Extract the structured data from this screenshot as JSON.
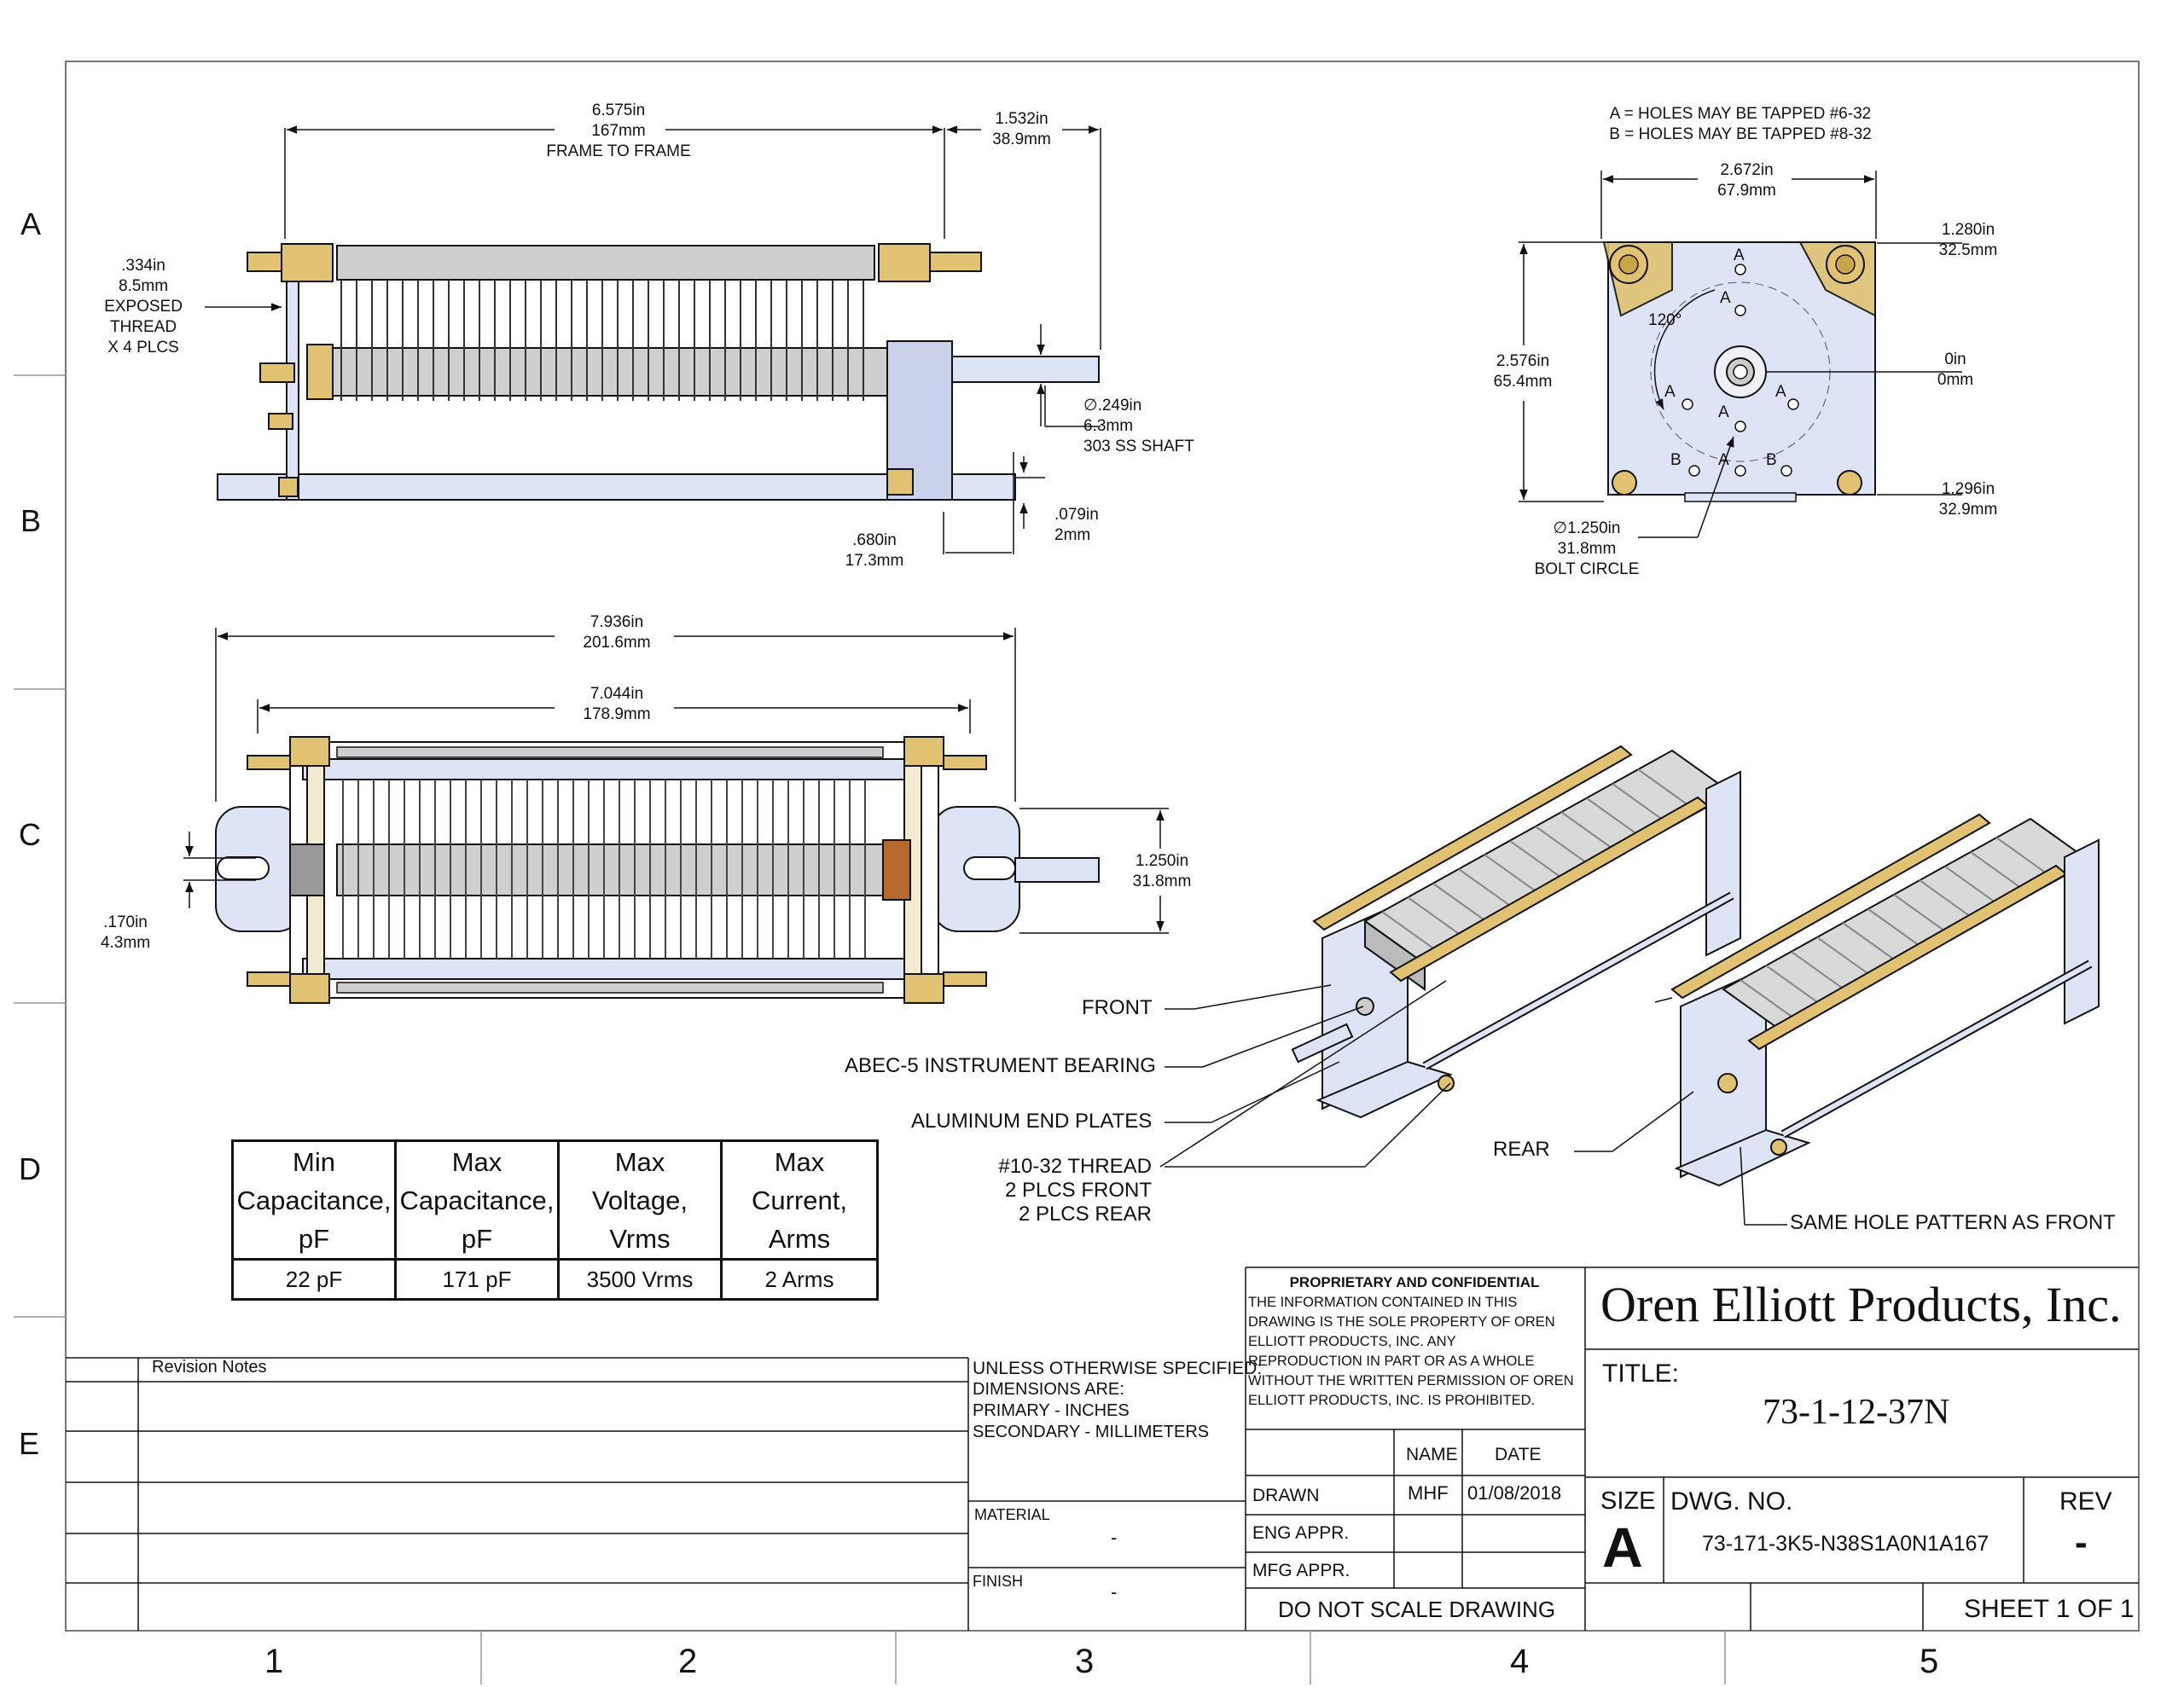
{
  "zones": {
    "rows": [
      "A",
      "B",
      "C",
      "D",
      "E"
    ],
    "cols": [
      "1",
      "2",
      "3",
      "4",
      "5"
    ]
  },
  "side_view": {
    "frame_to_frame": {
      "in": "6.575in",
      "mm": "167mm",
      "note": "FRAME TO FRAME"
    },
    "shaft_extension": {
      "in": "1.532in",
      "mm": "38.9mm"
    },
    "exposed_thread": {
      "in": ".334in",
      "mm": "8.5mm",
      "l1": "EXPOSED",
      "l2": "THREAD",
      "l3": "X 4 PLCS"
    },
    "shaft_dia": {
      "in": ".249in",
      "mm": "6.3mm",
      "note": "303 SS SHAFT",
      "symbol": "∅"
    },
    "flange_thk": {
      "in": ".079in",
      "mm": "2mm"
    },
    "flange_len": {
      "in": ".680in",
      "mm": "17.3mm"
    }
  },
  "end_view": {
    "note_a": "A = HOLES MAY BE TAPPED #6-32",
    "note_b": "B = HOLES MAY BE TAPPED #8-32",
    "width": {
      "in": "2.672in",
      "mm": "67.9mm"
    },
    "height": {
      "in": "2.576in",
      "mm": "65.4mm"
    },
    "top_ord": {
      "in": "1.280in",
      "mm": "32.5mm"
    },
    "zero_ord": {
      "in": "0in",
      "mm": "0mm"
    },
    "bot_ord": {
      "in": "1.296in",
      "mm": "32.9mm"
    },
    "angle": "120°",
    "bolt_circle": {
      "in": "1.250in",
      "mm": "31.8mm",
      "note": "BOLT CIRCLE",
      "symbol": "∅"
    },
    "hole_a": "A",
    "hole_b": "B"
  },
  "top_view": {
    "overall": {
      "in": "7.936in",
      "mm": "201.6mm"
    },
    "frame": {
      "in": "7.044in",
      "mm": "178.9mm"
    },
    "mount_height": {
      "in": "1.250in",
      "mm": "31.8mm"
    },
    "slot": {
      "in": ".170in",
      "mm": "4.3mm"
    }
  },
  "callouts": {
    "front": "FRONT",
    "bearing": "ABEC-5 INSTRUMENT BEARING",
    "plates": "ALUMINUM END PLATES",
    "thread_1": "#10-32 THREAD",
    "thread_2": "2 PLCS FRONT",
    "thread_3": "2 PLCS REAR",
    "rear": "REAR",
    "same_hole": "SAME HOLE PATTERN AS FRONT"
  },
  "spec_table": {
    "headers": [
      [
        "Min",
        "Capacitance,",
        "pF"
      ],
      [
        "Max",
        "Capacitance,",
        "pF"
      ],
      [
        "Max",
        "Voltage,",
        "Vrms"
      ],
      [
        "Max",
        "Current,",
        "Arms"
      ]
    ],
    "values": [
      "22 pF",
      "171 pF",
      "3500 Vrms",
      "2 Arms"
    ]
  },
  "revision": {
    "header": "Revision Notes"
  },
  "tolerance": {
    "l1": "UNLESS OTHERWISE SPECIFIED:",
    "l2": "DIMENSIONS ARE:",
    "l3": "PRIMARY - INCHES",
    "l4": "SECONDARY - MILLIMETERS"
  },
  "material": {
    "label": "MATERIAL",
    "value": "-"
  },
  "finish": {
    "label": "FINISH",
    "value": "-"
  },
  "proprietary": {
    "title": "PROPRIETARY AND CONFIDENTIAL",
    "lines": [
      "THE INFORMATION CONTAINED IN THIS",
      "DRAWING IS THE SOLE PROPERTY OF OREN",
      "ELLIOTT PRODUCTS, INC.  ANY",
      "REPRODUCTION IN PART OR AS A WHOLE",
      "WITHOUT THE WRITTEN PERMISSION OF OREN",
      "ELLIOTT PRODUCTS, INC.  IS PROHIBITED."
    ]
  },
  "approvals": {
    "name_hdr": "NAME",
    "date_hdr": "DATE",
    "drawn": "DRAWN",
    "drawn_name": "MHF",
    "drawn_date": "01/08/2018",
    "eng": "ENG APPR.",
    "mfg": "MFG APPR."
  },
  "title_block": {
    "company": "Oren Elliott Products, Inc.",
    "title_label": "TITLE:",
    "title": "73-1-12-37N",
    "size_label": "SIZE",
    "size": "A",
    "dwg_label": "DWG.  NO.",
    "dwg_no": "73-171-3K5-N38S1A0N1A167",
    "rev_label": "REV",
    "rev": "-",
    "scale_note": "DO NOT SCALE DRAWING",
    "sheet": "SHEET 1 OF 1"
  },
  "colors": {
    "line": "#111111",
    "plate": "#dce4f5",
    "brass": "#e0c272",
    "gray": "#c8c8c8",
    "copper": "#b36a2c"
  }
}
